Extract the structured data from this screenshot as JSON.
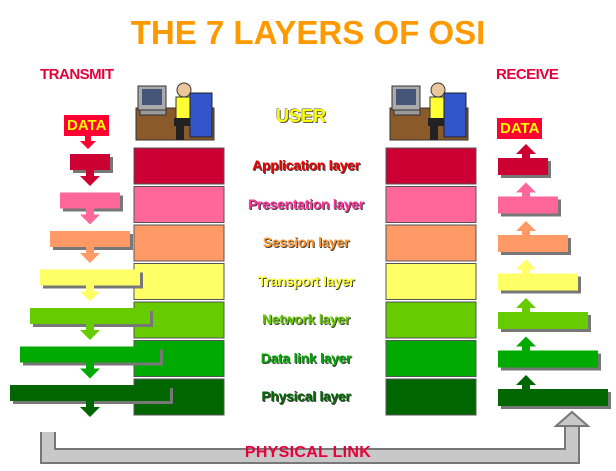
{
  "title": "THE 7 LAYERS OF OSI",
  "transmit_label": "TRANSMIT",
  "receive_label": "RECEIVE",
  "user_label": "USER",
  "data_label_left": "DATA",
  "data_label_right": "DATA",
  "physical_link_label": "PHYSICAL LINK",
  "layers": [
    {
      "name": "Application layer",
      "color": "#cc0033",
      "text_color": "#ee0000"
    },
    {
      "name": "Presentation layer",
      "color": "#ff6699",
      "text_color": "#ff3399"
    },
    {
      "name": "Session layer",
      "color": "#ff9966",
      "text_color": "#ff9933"
    },
    {
      "name": "Transport layer",
      "color": "#ffff66",
      "text_color": "#ffff33"
    },
    {
      "name": "Network layer",
      "color": "#66cc00",
      "text_color": "#66cc00"
    },
    {
      "name": "Data link layer",
      "color": "#00aa00",
      "text_color": "#00aa00"
    },
    {
      "name": "Physical layer",
      "color": "#006600",
      "text_color": "#006600"
    }
  ],
  "icons": [
    "computer-user-icon",
    "computer-user-icon"
  ]
}
